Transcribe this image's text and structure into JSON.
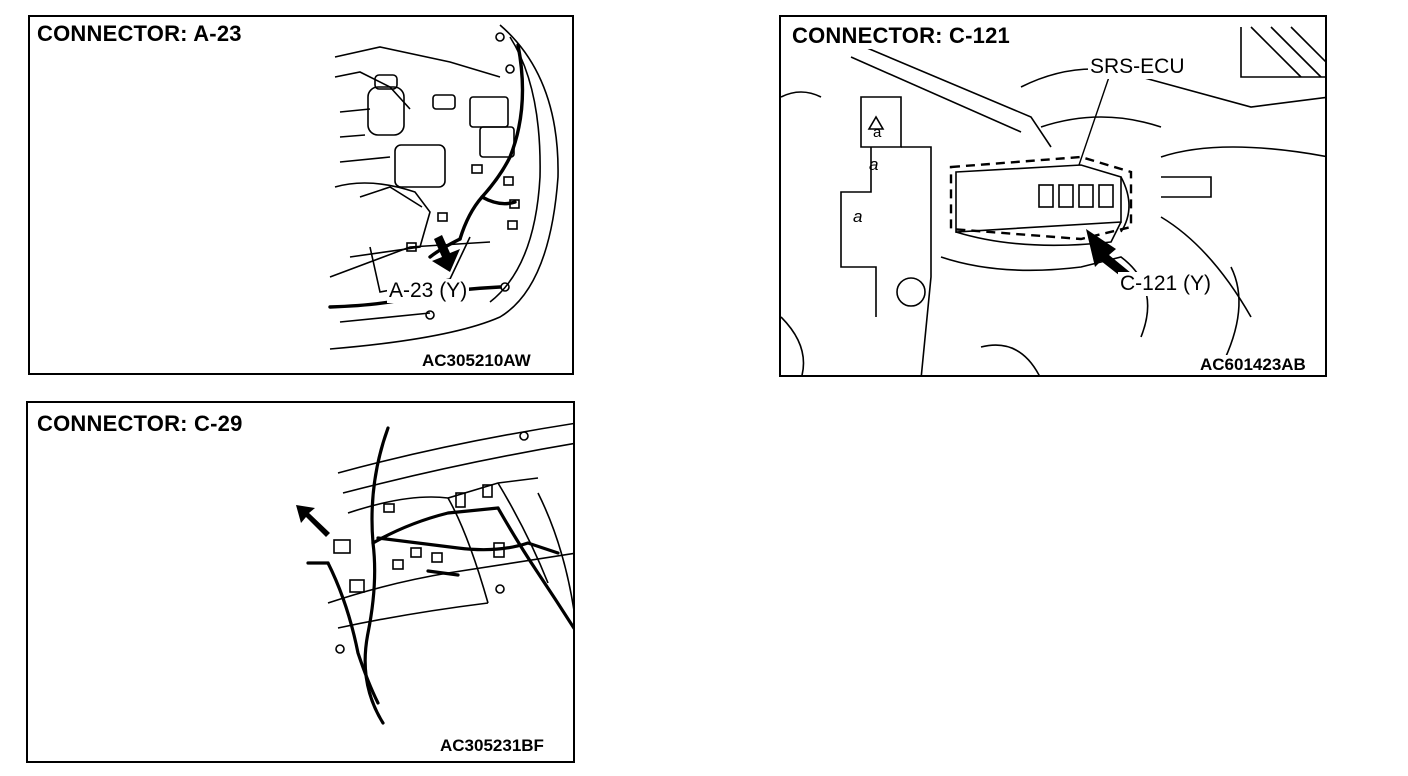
{
  "panels": [
    {
      "title": "CONNECTOR: A-23",
      "callout": "A-23 (Y)",
      "image_code": "AC305210AW"
    },
    {
      "title": "CONNECTOR: C-121",
      "component_label": "SRS-ECU",
      "callout": "C-121 (Y)",
      "image_code": "AC601423AB",
      "bracket_marks": [
        "a",
        "a",
        "a"
      ]
    },
    {
      "title": "CONNECTOR: C-29",
      "image_code": "AC305231BF"
    }
  ]
}
